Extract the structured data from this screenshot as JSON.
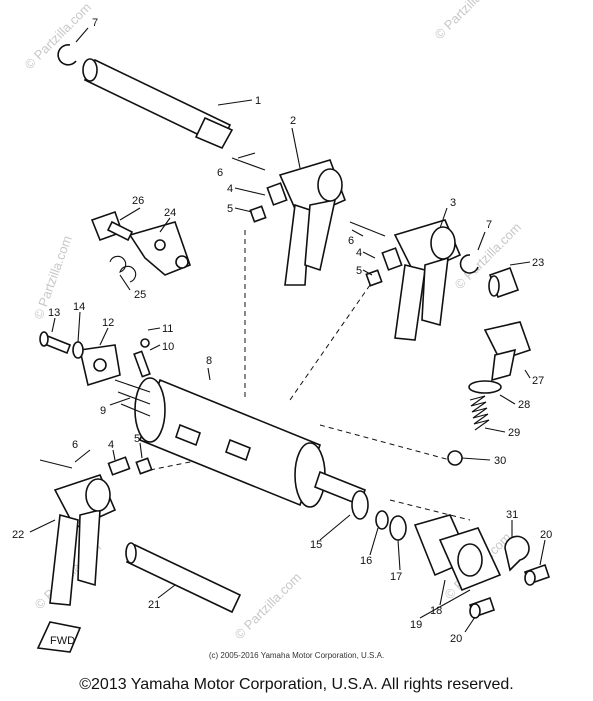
{
  "watermark": "© Partzilla.com",
  "callouts": [
    {
      "id": "c1",
      "text": "1"
    },
    {
      "id": "c2",
      "text": "2"
    },
    {
      "id": "c3",
      "text": "3"
    },
    {
      "id": "c4a",
      "text": "4"
    },
    {
      "id": "c4b",
      "text": "4"
    },
    {
      "id": "c4c",
      "text": "4"
    },
    {
      "id": "c5a",
      "text": "5"
    },
    {
      "id": "c5b",
      "text": "5"
    },
    {
      "id": "c5c",
      "text": "5"
    },
    {
      "id": "c6a",
      "text": "6"
    },
    {
      "id": "c6b",
      "text": "6"
    },
    {
      "id": "c6c",
      "text": "6"
    },
    {
      "id": "c7a",
      "text": "7"
    },
    {
      "id": "c7b",
      "text": "7"
    },
    {
      "id": "c8",
      "text": "8"
    },
    {
      "id": "c9",
      "text": "9"
    },
    {
      "id": "c10",
      "text": "10"
    },
    {
      "id": "c11",
      "text": "11"
    },
    {
      "id": "c12",
      "text": "12"
    },
    {
      "id": "c13",
      "text": "13"
    },
    {
      "id": "c14",
      "text": "14"
    },
    {
      "id": "c15",
      "text": "15"
    },
    {
      "id": "c16",
      "text": "16"
    },
    {
      "id": "c17",
      "text": "17"
    },
    {
      "id": "c18",
      "text": "18"
    },
    {
      "id": "c19",
      "text": "19"
    },
    {
      "id": "c20a",
      "text": "20"
    },
    {
      "id": "c20b",
      "text": "20"
    },
    {
      "id": "c21",
      "text": "21"
    },
    {
      "id": "c22",
      "text": "22"
    },
    {
      "id": "c23",
      "text": "23"
    },
    {
      "id": "c24",
      "text": "24"
    },
    {
      "id": "c25",
      "text": "25"
    },
    {
      "id": "c26",
      "text": "26"
    },
    {
      "id": "c27",
      "text": "27"
    },
    {
      "id": "c28",
      "text": "28"
    },
    {
      "id": "c29",
      "text": "29"
    },
    {
      "id": "c30",
      "text": "30"
    },
    {
      "id": "c31",
      "text": "31"
    }
  ],
  "front_marker": "FWD",
  "copyright_small": "(c) 2005-2016 Yamaha Motor Corporation, U.S.A.",
  "copyright_big": "©2013 Yamaha Motor Corporation, U.S.A. All rights reserved."
}
